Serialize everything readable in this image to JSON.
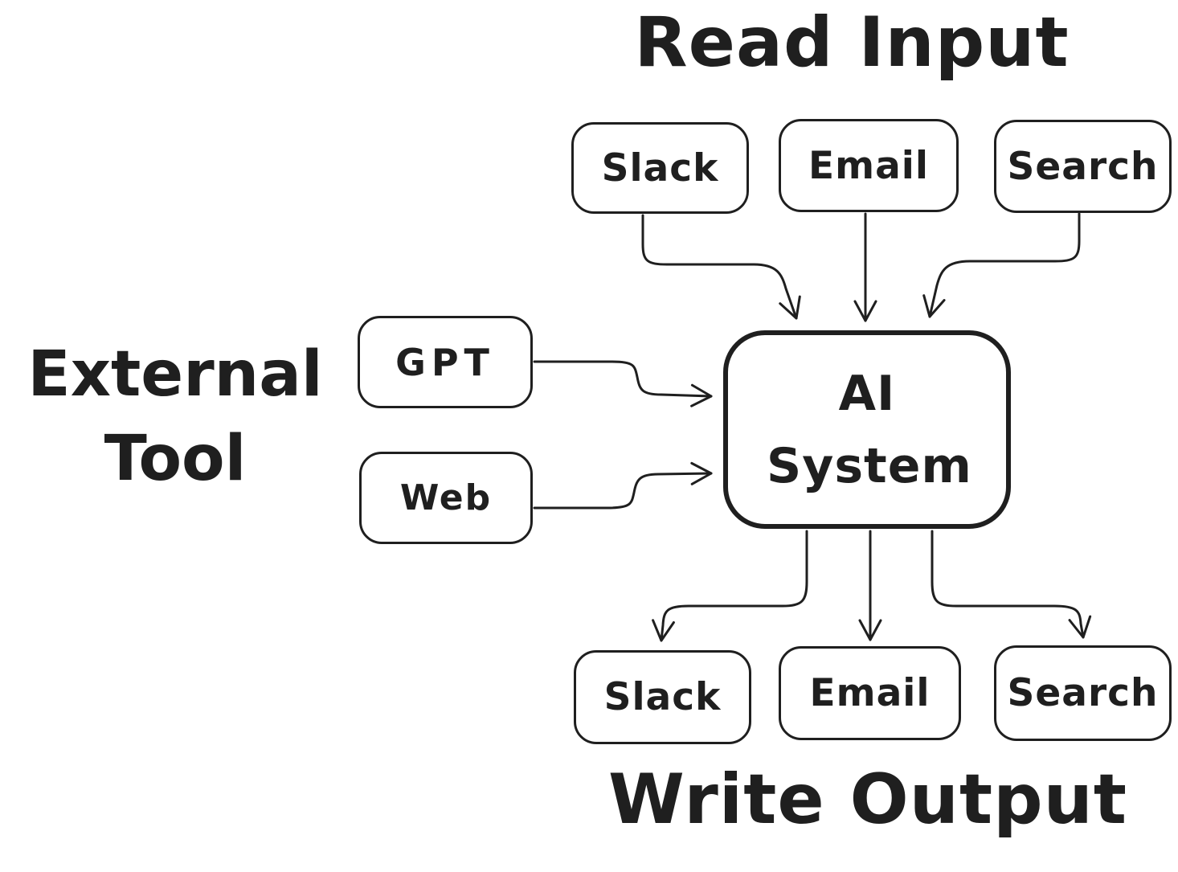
{
  "diagram": {
    "titles": {
      "top": "Read Input",
      "bottom": "Write Output",
      "left": "External Tool"
    },
    "nodes": {
      "center": "AI System",
      "inputs": [
        "Slack",
        "Email",
        "Search"
      ],
      "outputs": [
        "Slack",
        "Email",
        "Search"
      ],
      "external": [
        "GPT",
        "Web"
      ]
    },
    "edges": [
      {
        "from": "Slack (input)",
        "to": "AI System"
      },
      {
        "from": "Email (input)",
        "to": "AI System"
      },
      {
        "from": "Search (input)",
        "to": "AI System"
      },
      {
        "from": "GPT",
        "to": "AI System"
      },
      {
        "from": "Web",
        "to": "AI System"
      },
      {
        "from": "AI System",
        "to": "Slack (output)"
      },
      {
        "from": "AI System",
        "to": "Email (output)"
      },
      {
        "from": "AI System",
        "to": "Search (output)"
      }
    ],
    "colors": {
      "ink": "#1f1f1f",
      "background": "#ffffff"
    },
    "style": "hand-drawn whiteboard sketch"
  }
}
